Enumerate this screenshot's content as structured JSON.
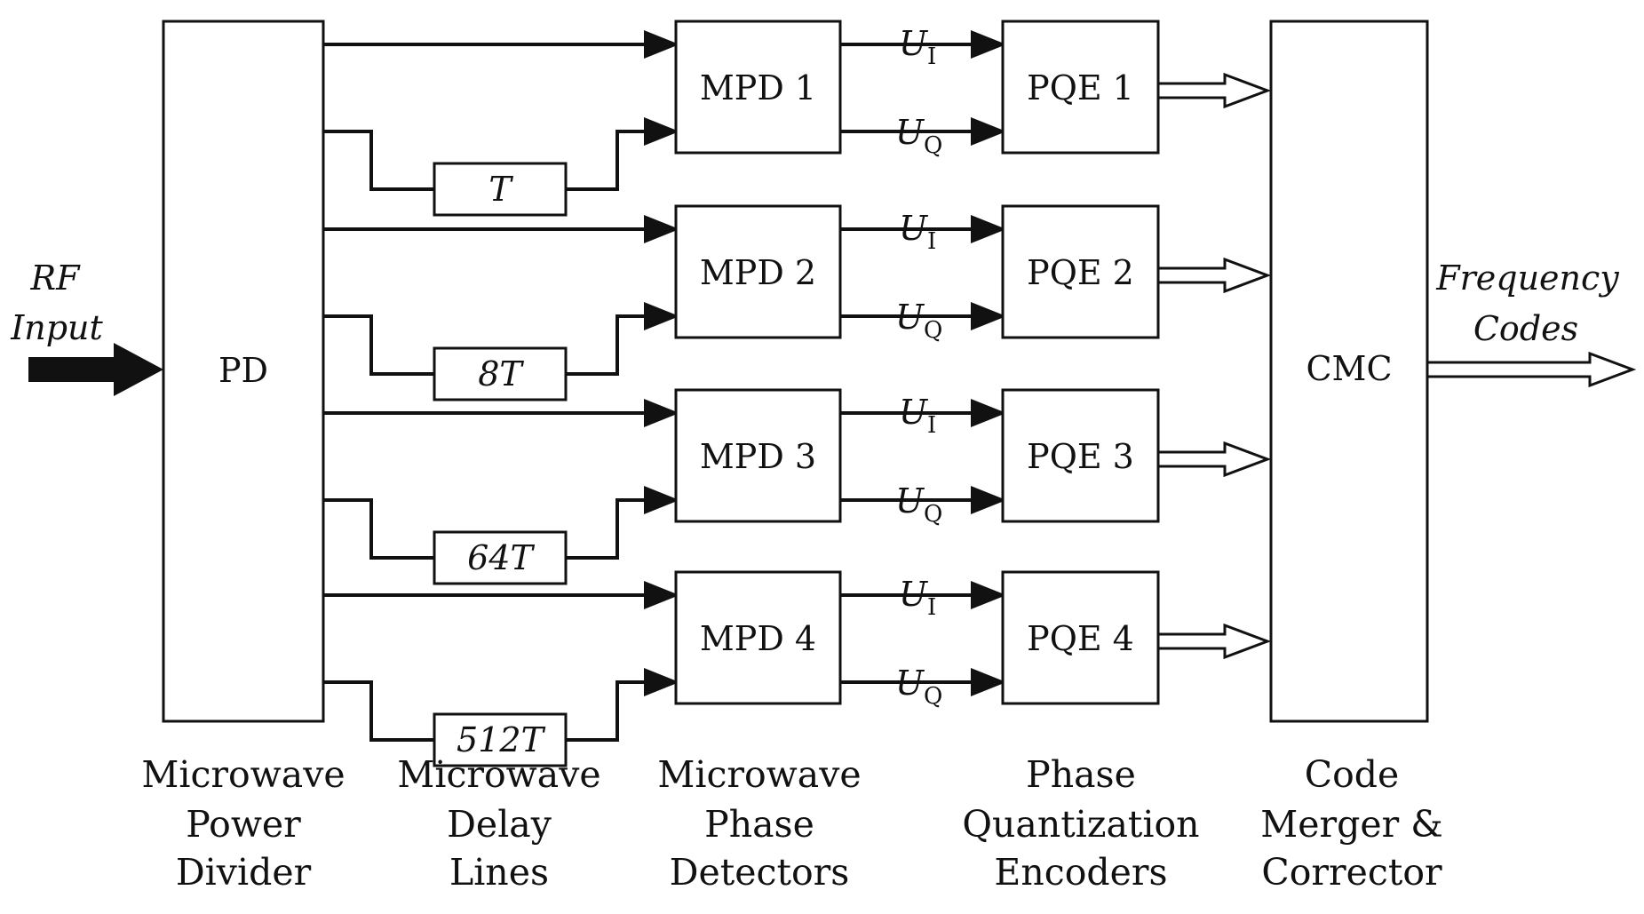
{
  "input": {
    "line1": "RF",
    "line2": "Input"
  },
  "divider": {
    "label": "PD"
  },
  "delays": [
    "T",
    "8T",
    "64T",
    "512T"
  ],
  "detectors": [
    "MPD 1",
    "MPD 2",
    "MPD 3",
    "MPD 4"
  ],
  "signals": {
    "i_base": "U",
    "i_sub": "I",
    "q_base": "U",
    "q_sub": "Q"
  },
  "encoders": [
    "PQE 1",
    "PQE 2",
    "PQE 3",
    "PQE 4"
  ],
  "merger": {
    "label": "CMC"
  },
  "output": {
    "line1": "Frequency",
    "line2": "Codes"
  },
  "captions": {
    "divider": [
      "Microwave",
      "Power",
      "Divider"
    ],
    "delays": [
      "Microwave",
      "Delay",
      "Lines"
    ],
    "detectors": [
      "Microwave",
      "Phase",
      "Detectors"
    ],
    "encoders": [
      "Phase",
      "Quantization",
      "Encoders"
    ],
    "merger": [
      "Code",
      "Merger &",
      "Corrector"
    ]
  }
}
